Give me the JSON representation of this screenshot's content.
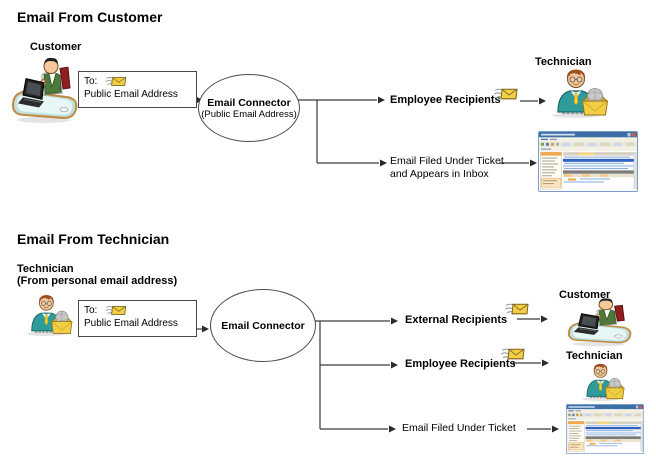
{
  "colors": {
    "line": "#3a3a3a",
    "window_title_blue": "#3a6ea5",
    "highlight_row_blue": "#2f62c1",
    "envelope_gold": "#f2ce45",
    "vest_green": "#4d7a3c",
    "shirt_teal": "#2f9b9b",
    "sidebar_orange": "#f0a94e"
  },
  "icons": {
    "customer": "customer-at-laptop-icon",
    "technician": "technician-with-envelope-icon",
    "sent_mail": "sent-mail-icon",
    "ticket_window": "ticket-app-window-icon"
  },
  "top_section": {
    "title": "Email From Customer",
    "sender_label": "Customer",
    "to_box": {
      "prefix": "To:",
      "address": "Public Email Address"
    },
    "connector": {
      "name": "Email Connector",
      "detail": "(Public Email Address)"
    },
    "branch_employee": {
      "label": "Employee Recipients",
      "target": "Technician"
    },
    "branch_ticket": {
      "label_line1": "Email Filed Under Ticket",
      "label_line2": "and Appears in Inbox"
    }
  },
  "bottom_section": {
    "title": "Email From Technician",
    "sender_label": "Technician",
    "sender_sublabel": "(From personal email address)",
    "to_box": {
      "prefix": "To:",
      "address": "Public Email Address"
    },
    "connector": {
      "name": "Email Connector"
    },
    "branch_external": {
      "label": "External Recipients",
      "target": "Customer"
    },
    "branch_employee": {
      "label": "Employee Recipients",
      "target": "Technician"
    },
    "branch_ticket": {
      "label": "Email Filed Under Ticket"
    }
  }
}
